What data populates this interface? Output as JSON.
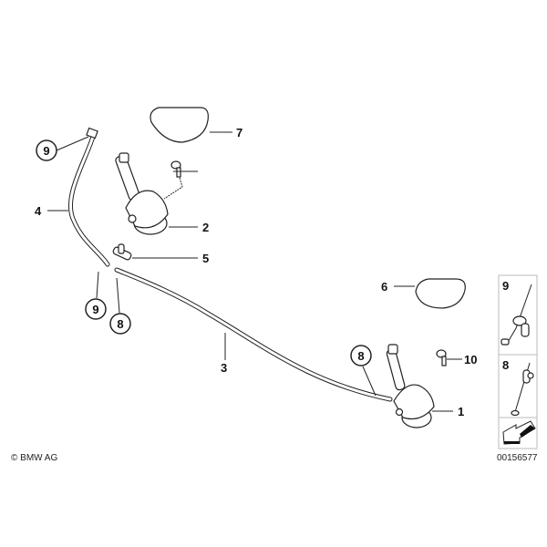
{
  "diagram": {
    "callouts": [
      {
        "id": "c9a",
        "text": "9",
        "circled": true
      },
      {
        "id": "c4",
        "text": "4",
        "circled": false
      },
      {
        "id": "c9b",
        "text": "9",
        "circled": true
      },
      {
        "id": "c8a",
        "text": "8",
        "circled": true
      },
      {
        "id": "c7",
        "text": "7",
        "circled": false
      },
      {
        "id": "c2",
        "text": "2",
        "circled": false
      },
      {
        "id": "c5",
        "text": "5",
        "circled": false
      },
      {
        "id": "c6",
        "text": "6",
        "circled": false
      },
      {
        "id": "c3",
        "text": "3",
        "circled": false
      },
      {
        "id": "c8b",
        "text": "8",
        "circled": true
      },
      {
        "id": "c10",
        "text": "10",
        "circled": false
      },
      {
        "id": "c1",
        "text": "1",
        "circled": false
      }
    ],
    "detail_panel": {
      "items": [
        {
          "text": "9"
        },
        {
          "text": "8"
        }
      ],
      "icon": "direction-arrow-icon"
    },
    "copyright": "© BMW AG",
    "diagram_number": "00156577"
  }
}
